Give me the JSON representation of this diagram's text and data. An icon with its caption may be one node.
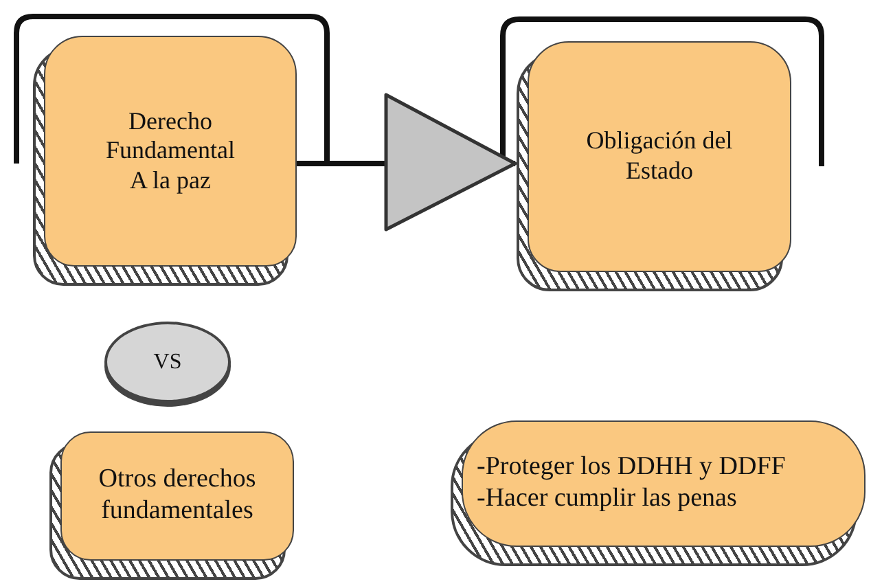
{
  "diagram": {
    "nodes": [
      {
        "text": [
          "Derecho Fundamental A la paz"
        ]
      },
      {
        "text": [
          "Obligación del Estado"
        ]
      },
      {
        "text": [
          "VS"
        ]
      },
      {
        "text": [
          "Otros derechos fundamentales"
        ]
      },
      {
        "text": [
          "-Proteger los DDHH y DDFF",
          "-Hacer cumplir las penas"
        ]
      }
    ],
    "edges": [
      {
        "from": 0,
        "to": 1,
        "arrow": "to"
      }
    ]
  }
}
